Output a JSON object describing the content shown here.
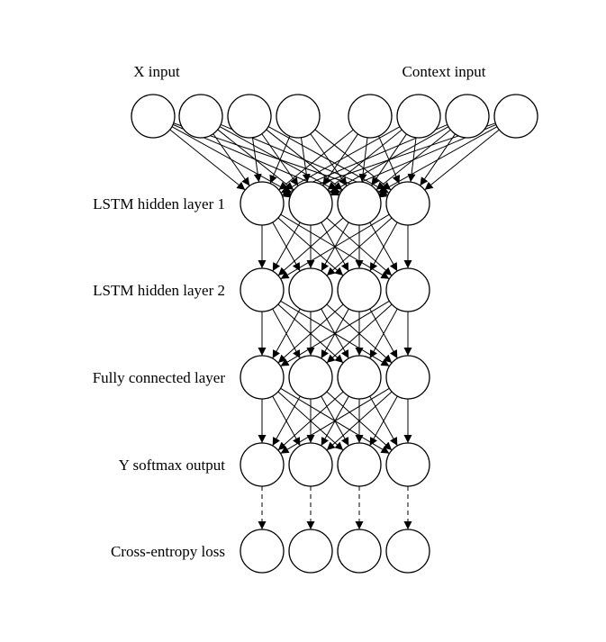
{
  "diagram": {
    "title": "",
    "input_labels": {
      "x_input": "X input",
      "context_input": "Context input"
    },
    "layers": [
      {
        "id": "x_input",
        "label": "X input",
        "nodes": 4,
        "group": "input"
      },
      {
        "id": "context_input",
        "label": "Context input",
        "nodes": 4,
        "group": "input"
      },
      {
        "id": "lstm1",
        "label": "LSTM hidden layer 1",
        "nodes": 4
      },
      {
        "id": "lstm2",
        "label": "LSTM hidden layer 2",
        "nodes": 4
      },
      {
        "id": "fc",
        "label": "Fully connected layer",
        "nodes": 4
      },
      {
        "id": "softmax",
        "label": "Y softmax output",
        "nodes": 4
      },
      {
        "id": "loss",
        "label": "Cross-entropy loss",
        "nodes": 4
      }
    ],
    "connections": [
      {
        "from": "x_input",
        "to": "lstm1",
        "type": "full",
        "style": "solid"
      },
      {
        "from": "context_input",
        "to": "lstm1",
        "type": "full",
        "style": "solid"
      },
      {
        "from": "lstm1",
        "to": "lstm2",
        "type": "full",
        "style": "solid"
      },
      {
        "from": "lstm2",
        "to": "fc",
        "type": "full",
        "style": "solid"
      },
      {
        "from": "fc",
        "to": "softmax",
        "type": "full",
        "style": "solid"
      },
      {
        "from": "softmax",
        "to": "loss",
        "type": "one-to-one",
        "style": "dashed"
      }
    ],
    "colors": {
      "stroke": "#000000",
      "fill": "#ffffff"
    }
  }
}
